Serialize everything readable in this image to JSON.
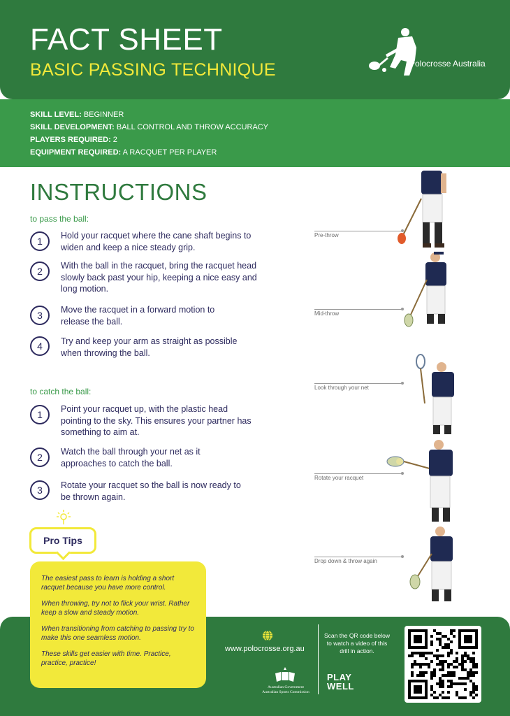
{
  "header": {
    "title": "FACT SHEET",
    "subtitle": "BASIC PASSING TECHNIQUE",
    "brand": "Polocrosse Australia"
  },
  "skills": [
    {
      "label": "SKILL LEVEL:",
      "value": "BEGINNER"
    },
    {
      "label": "SKILL DEVELOPMENT:",
      "value": "BALL CONTROL AND THROW ACCURACY"
    },
    {
      "label": "PLAYERS REQUIRED:",
      "value": "2"
    },
    {
      "label": "EQUIPMENT REQUIRED:",
      "value": "A RACQUET PER PLAYER"
    }
  ],
  "instructions": {
    "heading": "INSTRUCTIONS",
    "pass": {
      "label": "to pass the ball:",
      "steps": [
        {
          "num": "1",
          "text": "Hold your racquet where the cane shaft begins to widen and keep a nice steady grip."
        },
        {
          "num": "2",
          "text": "With the ball in the racquet, bring the racquet head slowly back past your hip, keeping a nice easy and long motion."
        },
        {
          "num": "3",
          "text": "Move the racquet in a forward motion to release the ball."
        },
        {
          "num": "4",
          "text": "Try and keep your arm as straight as possible when throwing the ball."
        }
      ]
    },
    "catch": {
      "label": "to catch the ball:",
      "steps": [
        {
          "num": "1",
          "text": "Point your racquet up, with the plastic head pointing to the sky. This ensures your partner has something to aim at."
        },
        {
          "num": "2",
          "text": "Watch the ball through your net as it approaches to catch the ball."
        },
        {
          "num": "3",
          "text": "Rotate your racquet so the ball is now ready to be thrown again."
        }
      ]
    }
  },
  "photos": [
    {
      "caption": "Pre-throw"
    },
    {
      "caption": "Mid-throw"
    },
    {
      "caption": "Look through your net"
    },
    {
      "caption": "Rotate your racquet"
    },
    {
      "caption": "Drop down & throw again"
    }
  ],
  "pro_tips": {
    "title": "Pro Tips",
    "tips": [
      "The easiest pass to learn is holding a short racquet because you have more control.",
      "When throwing, try not to flick your wrist. Rather keep a slow and steady motion.",
      "When transitioning from catching to passing try to make this one seamless motion.",
      "These skills get easier with time. Practice, practice, practice!"
    ]
  },
  "footer": {
    "url": "www.polocrosse.org.au",
    "scan_text": "Scan the QR code below to watch a video of this drill in action.",
    "gov_line1": "Australian Government",
    "gov_line2": "Australian Sports Commission",
    "play_well": "PLAY WELL"
  },
  "colors": {
    "dark_green": "#2f7a3e",
    "light_green": "#3a9a4a",
    "yellow": "#f2e93a",
    "navy_text": "#2d2a5e"
  },
  "icons": [
    "polocrosse-logo-icon",
    "bulb-icon",
    "globe-icon",
    "gov-crest-icon",
    "qr-code"
  ]
}
